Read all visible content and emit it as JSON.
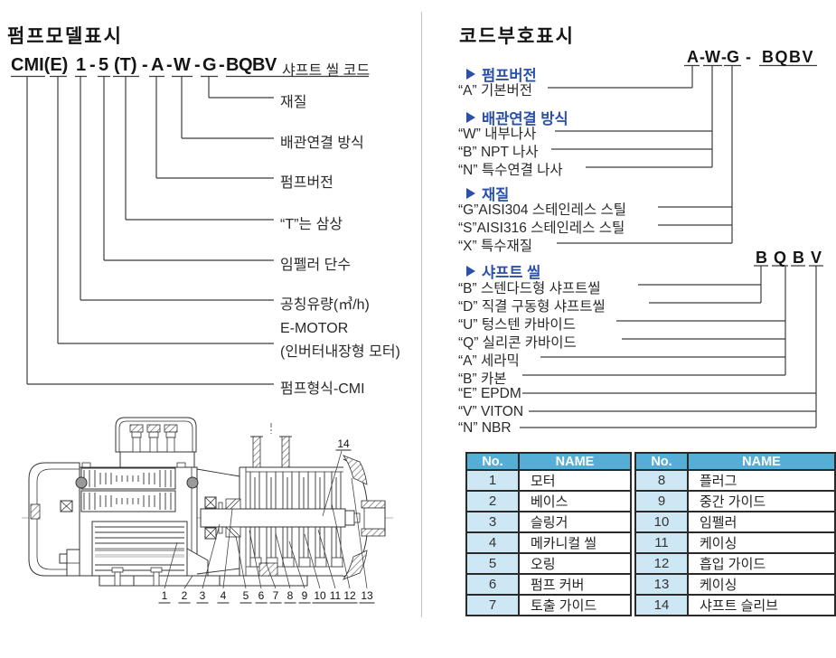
{
  "colors": {
    "accent_blue": "#2b50a8",
    "table_header": "#54aed6",
    "table_cell": "#cde8f4"
  },
  "left": {
    "title": "펌프모델표시",
    "code": [
      "CMI(E)",
      "1",
      "-",
      "5",
      "(T)",
      "-",
      "A",
      "-",
      "W",
      "-",
      "G",
      "-",
      "BQBV"
    ],
    "shaft_seal_code_label": "샤프트 씰 코드",
    "callouts": [
      "재질",
      "배관연결 방식",
      "펌프버전",
      "“T”는 삼상",
      "임펠러 단수",
      "공칭유량(㎥/h)",
      "E-MOTOR",
      "(인버터내장형 모터)",
      "펌프형식-CMI"
    ]
  },
  "right": {
    "title": "코드부호표시",
    "code": [
      "A",
      "-",
      "W",
      "-",
      "G",
      "-",
      "BQBV"
    ],
    "seal_code": [
      "B",
      "Q",
      "B",
      "V"
    ],
    "sections": [
      {
        "header": "펌프버전",
        "options": [
          "“A” 기본버전"
        ]
      },
      {
        "header": "배관연결 방식",
        "options": [
          "“W” 내부나사",
          "“B” NPT 나사",
          "“N” 특수연결 나사"
        ]
      },
      {
        "header": "재질",
        "options": [
          "“G”AISI304 스테인레스 스틸",
          "“S”AISI316 스테인레스 스틸",
          "“X” 특수재질"
        ]
      },
      {
        "header": "샤프트 씰",
        "options": [
          "“B” 스텐다드형 샤프트씰",
          "“D” 직결 구동형 샤프트씰",
          "“U” 텅스텐 카바이드",
          "“Q” 실리콘 카바이드",
          "“A” 세라믹",
          "“B” 카본",
          "“E” EPDM",
          "“V” VITON",
          "“N” NBR"
        ]
      }
    ]
  },
  "table": {
    "headers": [
      "No.",
      "NAME",
      "No.",
      "NAME"
    ],
    "left_rows": [
      {
        "no": "1",
        "name": "모터"
      },
      {
        "no": "2",
        "name": "베이스"
      },
      {
        "no": "3",
        "name": "슬링거"
      },
      {
        "no": "4",
        "name": "메카니컬 씰"
      },
      {
        "no": "5",
        "name": "오링"
      },
      {
        "no": "6",
        "name": "펌프 커버"
      },
      {
        "no": "7",
        "name": "토출 가이드"
      }
    ],
    "right_rows": [
      {
        "no": "8",
        "name": "플러그"
      },
      {
        "no": "9",
        "name": "중간 가이드"
      },
      {
        "no": "10",
        "name": "임펠러"
      },
      {
        "no": "11",
        "name": "케이싱"
      },
      {
        "no": "12",
        "name": "흡입 가이드"
      },
      {
        "no": "13",
        "name": "케이싱"
      },
      {
        "no": "14",
        "name": "샤프트 슬리브"
      }
    ]
  },
  "drawing": {
    "parts": [
      "1",
      "2",
      "3",
      "4",
      "5",
      "6",
      "7",
      "8",
      "9",
      "10",
      "11",
      "12",
      "13"
    ],
    "part_top": "14"
  }
}
